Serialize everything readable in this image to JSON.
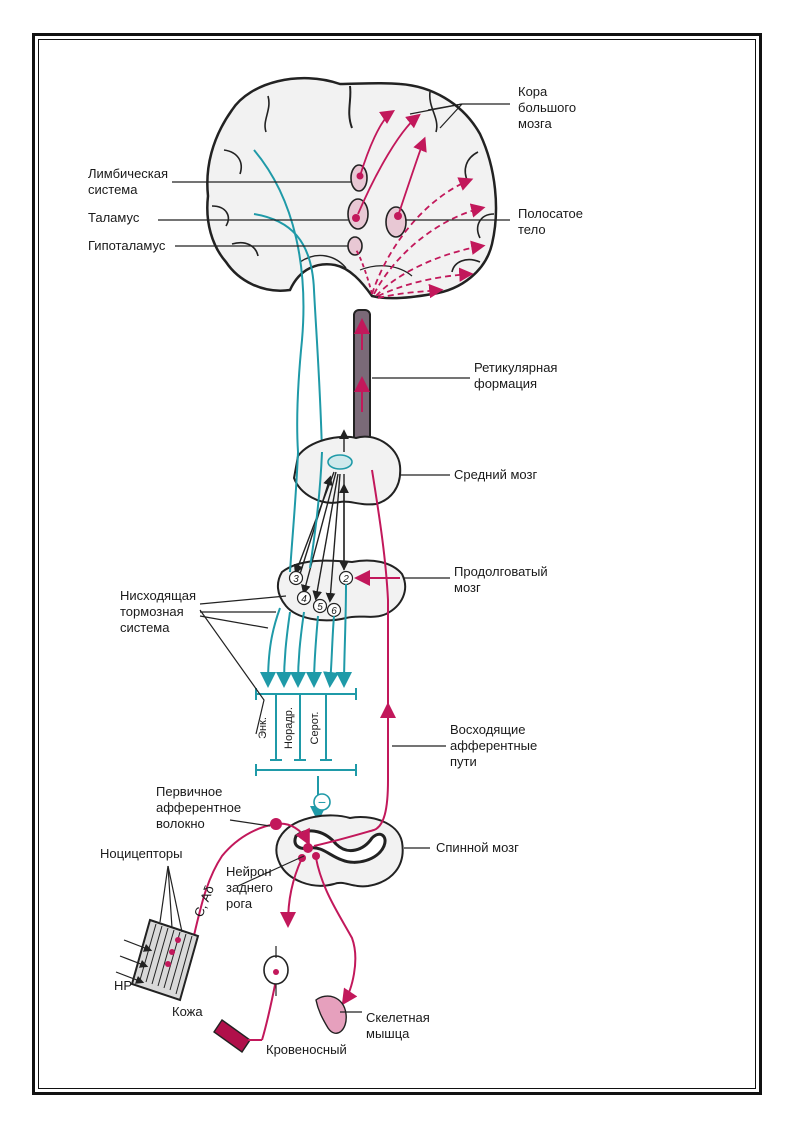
{
  "colors": {
    "ascending": "#c2185b",
    "descending": "#1f9aa8",
    "outline": "#222222",
    "tissue": "#f2f2f2"
  },
  "labels": {
    "cortex": [
      "Кора",
      "большого",
      "мозга"
    ],
    "limbic": [
      "Лимбическая",
      "система"
    ],
    "thalamus": "Таламус",
    "hypothalamus": "Гипоталамус",
    "striatum": [
      "Полосатое",
      "тело"
    ],
    "reticular": [
      "Ретикулярная",
      "формация"
    ],
    "midbrain": "Средний мозг",
    "medulla": [
      "Продолговатый",
      "мозг"
    ],
    "descending_system": [
      "Нисходящая",
      "тормозная",
      "система"
    ],
    "ascending_paths": [
      "Восходящие",
      "афферентные",
      "пути"
    ],
    "primary_fiber": [
      "Первичное",
      "афферентное",
      "волокно"
    ],
    "spinal_cord": "Спинной мозг",
    "nociceptors": "Ноцицепторы",
    "dorsal_horn": [
      "Нейрон",
      "заднего",
      "рога"
    ],
    "fiber_types": "С, Aδ",
    "hr": "НР",
    "skin": "Кожа",
    "skeletal_muscle": [
      "Скелетная",
      "мышца"
    ],
    "blood_vessel": "Кровеносный"
  },
  "transmitters": [
    "Энк.",
    "Норадр.",
    "Серот."
  ],
  "nuclei": [
    "3",
    "2",
    "4",
    "5",
    "6"
  ],
  "inhibition_sign": "−"
}
